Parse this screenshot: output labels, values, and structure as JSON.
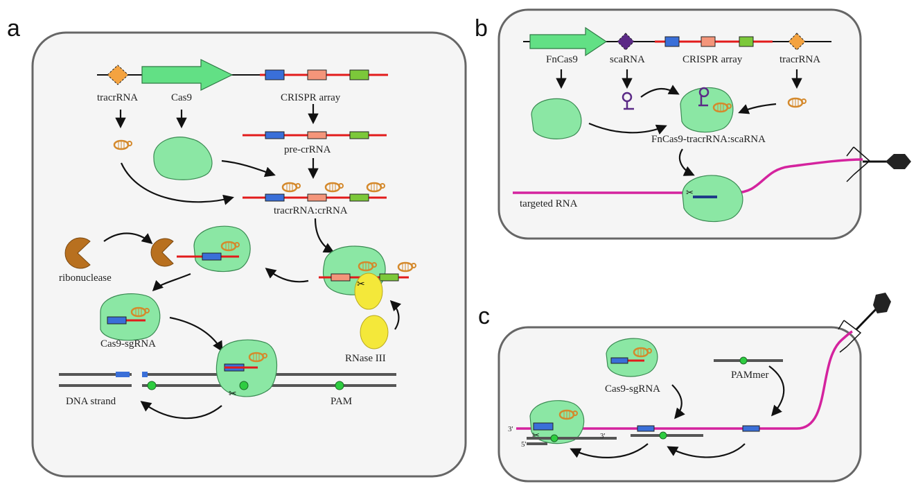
{
  "panels": {
    "a": {
      "letter": "a",
      "labels": {
        "tracrRNA": "tracrRNA",
        "cas9": "Cas9",
        "crispr_array": "CRISPR array",
        "pre_crrna": "pre-crRNA",
        "tracr_crrna": "tracrRNA:crRNA",
        "ribonuclease": "ribonuclease",
        "cas9_sgrna": "Cas9-sgRNA",
        "rnase3": "RNase III",
        "dna_strand": "DNA strand",
        "pam": "PAM"
      }
    },
    "b": {
      "letter": "b",
      "labels": {
        "fncas9": "FnCas9",
        "scarna": "scaRNA",
        "crispr_array": "CRISPR array",
        "tracrRNA": "tracrRNA",
        "complex": "FnCas9-tracrRNA:scaRNA",
        "targeted_rna": "targeted RNA"
      }
    },
    "c": {
      "letter": "c",
      "labels": {
        "cas9_sgrna": "Cas9-sgRNA",
        "pammer": "PAMmer",
        "three_prime_left": "3'",
        "five_prime": "5'",
        "three_prime_right": "3'"
      }
    }
  },
  "colors": {
    "cas9": "#8be7a4",
    "crispr_line": "#e21b1b",
    "target_rna": "#d4239e",
    "tracr": "#f4a340",
    "spacer_blue": "#3a6fd8",
    "spacer_salmon": "#f4957a",
    "spacer_green": "#7cc83a",
    "ribonuclease": "#b8701f",
    "rnase3": "#f4e83a",
    "scarna": "#5b2a86"
  }
}
